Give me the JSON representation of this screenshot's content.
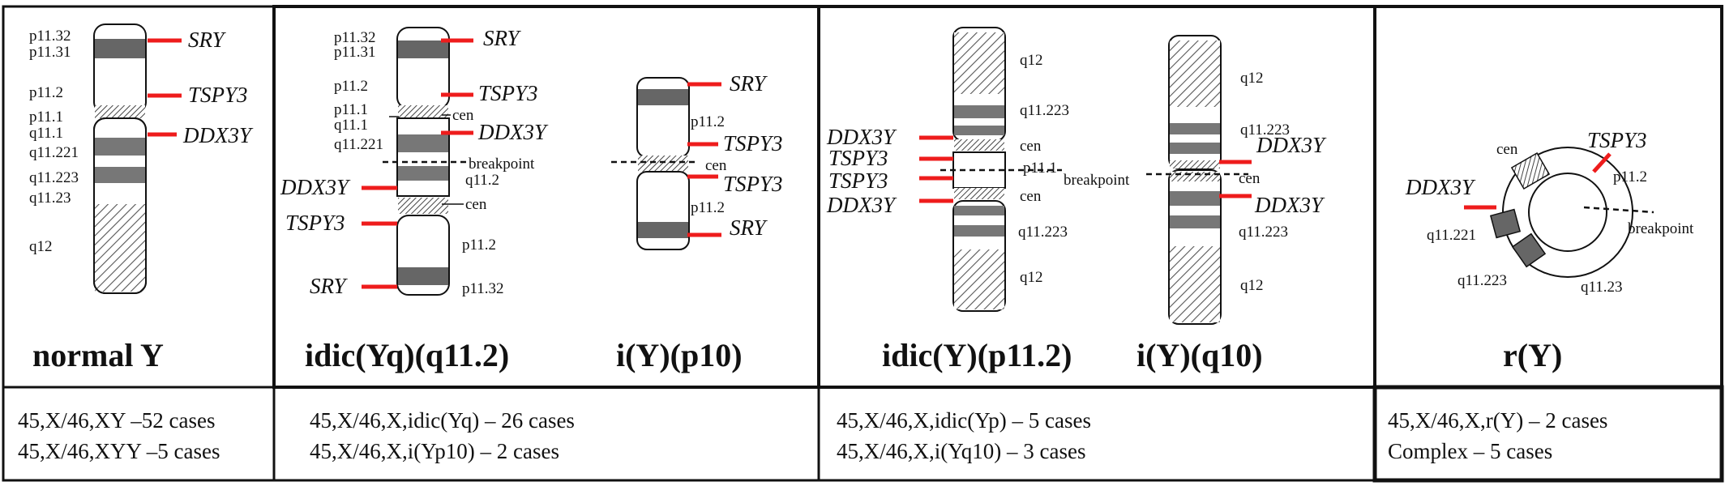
{
  "panels": {
    "normal_y": {
      "title": "normal Y",
      "bands": {
        "p11_32": "p11.32",
        "p11_31": "p11.31",
        "p11_2": "p11.2",
        "p11_1": "p11.1",
        "q11_1": "q11.1",
        "q11_221": "q11.221",
        "q11_223": "q11.223",
        "q11_23": "q11.23",
        "q12": "q12"
      },
      "genes": {
        "sry": "SRY",
        "tspy3": "TSPY3",
        "ddx3y": "DDX3Y"
      },
      "cases": [
        "45,X/46,XY –52 cases",
        "45,X/46,XYY –5 cases"
      ]
    },
    "idic_yq": {
      "title": "idic(Yq)(q11.2)",
      "bands": {
        "p11_32": "p11.32",
        "p11_31": "p11.31",
        "p11_2": "p11.2",
        "p11_1": "p11.1",
        "cen": "cen",
        "q11_1": "q11.1",
        "q11_221": "q11.221",
        "breakpoint": "breakpoint",
        "q11_2": "q11.2",
        "cen2": "cen",
        "p11_2b": "p11.2",
        "p11_32b": "p11.32"
      },
      "genes": {
        "sry": "SRY",
        "tspy3": "TSPY3",
        "ddx3y": "DDX3Y",
        "ddx3y_b": "DDX3Y",
        "tspy3_b": "TSPY3",
        "sry_b": "SRY"
      }
    },
    "i_yp10": {
      "title": "i(Y)(p10)",
      "bands": {
        "p11_2": "p11.2",
        "cen": "cen",
        "p11_2b": "p11.2"
      },
      "genes": {
        "sry": "SRY",
        "tspy3": "TSPY3",
        "tspy3_b": "TSPY3",
        "sry_b": "SRY"
      }
    },
    "idic_yq_cases": [
      "45,X/46,X,idic(Yq) – 26 cases",
      "45,X/46,X,i(Yp10)  – 2 cases"
    ],
    "idic_yp": {
      "title": "idic(Y)(p11.2)",
      "bands": {
        "q12": "q12",
        "q11_223": "q11.223",
        "cen": "cen",
        "p11_1": "p11.1",
        "breakpoint": "breakpoint",
        "cen2": "cen",
        "q11_223b": "q11.223",
        "q12b": "q12"
      },
      "genes": {
        "ddx3y": "DDX3Y",
        "tspy3": "TSPY3",
        "tspy3_b": "TSPY3",
        "ddx3y_b": "DDX3Y"
      }
    },
    "i_yq10": {
      "title": "i(Y)(q10)",
      "bands": {
        "q12": "q12",
        "q11_223": "q11.223",
        "cen": "cen",
        "q11_223b": "q11.223",
        "q12b": "q12"
      },
      "genes": {
        "ddx3y": "DDX3Y",
        "ddx3y_b": "DDX3Y"
      }
    },
    "idic_yp_cases": [
      "45,X/46,X,idic(Yp) – 5 cases",
      "45,X/46,X,i(Yq10) – 3 cases"
    ],
    "ring_y": {
      "title": "r(Y)",
      "bands": {
        "cen": "cen",
        "p11_2": "p11.2",
        "breakpoint": "breakpoint",
        "q11_221": "q11.221",
        "q11_223": "q11.223",
        "q11_23": "q11.23"
      },
      "genes": {
        "tspy3": "TSPY3",
        "ddx3y": "DDX3Y"
      },
      "cases": [
        "45,X/46,X,r(Y) – 2 cases",
        "Complex   – 5 cases"
      ]
    }
  },
  "colors": {
    "marker": "#ee1c1c",
    "band_dark": "#666666",
    "band_mid": "#8a8a8a",
    "outline": "#111111"
  }
}
